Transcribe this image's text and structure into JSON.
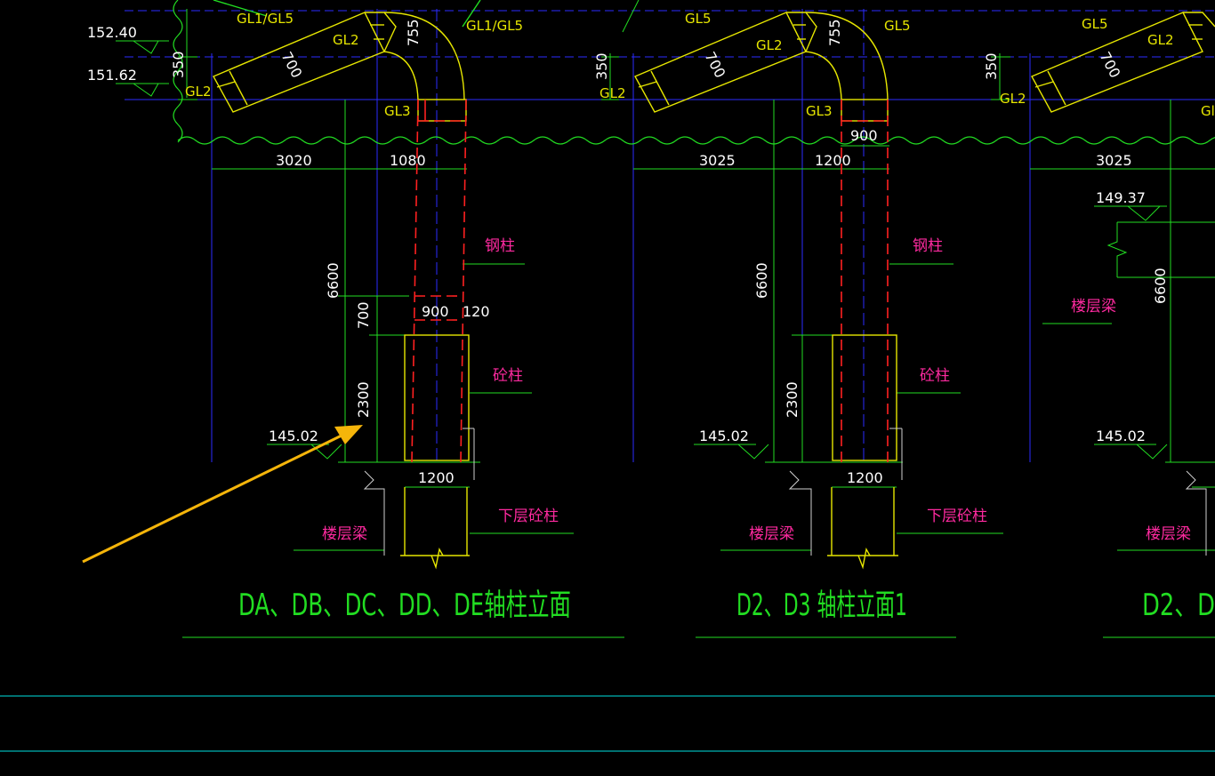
{
  "colors": {
    "background": "#000000",
    "axis_blue": "#2b2bff",
    "dim_green": "#22dd22",
    "steel_red": "#ff2020",
    "beam_yellow": "#e6e600",
    "note_magenta": "#ff2aa0",
    "text_white": "#ffffff",
    "arrow_orange": "#f5b50a",
    "grid_cyan": "#00e0e0"
  },
  "elevation_1": {
    "el_top": "152.40",
    "el_mid": "151.62",
    "el_base": "145.02",
    "dim_350": "350",
    "dim_700_beam": "700",
    "dim_755": "755",
    "dim_3020": "3020",
    "dim_1080": "1080",
    "dim_6600": "6600",
    "dim_700": "700",
    "dim_2300": "2300",
    "dim_900": "900",
    "dim_120": "120",
    "dim_1200": "1200",
    "tag_gl1_gl5_left": "GL1/GL5",
    "tag_gl1_gl5_right": "GL1/GL5",
    "tag_gl2_a": "GL2",
    "tag_gl2_b": "GL2",
    "tag_gl3": "GL3",
    "note_steel_column": "钢柱",
    "note_concrete_column": "砼柱",
    "note_floor_beam": "楼层梁",
    "note_lower_column": "下层砼柱",
    "title": "DA、DB、DC、DD、DE轴柱立面"
  },
  "elevation_2": {
    "el_base": "145.02",
    "dim_350": "350",
    "dim_700_beam": "700",
    "dim_755": "755",
    "dim_3025": "3025",
    "dim_1200_top": "1200",
    "dim_900": "900",
    "dim_6600": "6600",
    "dim_2300": "2300",
    "dim_1200": "1200",
    "tag_gl5_left": "GL5",
    "tag_gl5_right": "GL5",
    "tag_gl2_a": "GL2",
    "tag_gl2_b": "GL2",
    "tag_gl3": "GL3",
    "note_steel_column": "钢柱",
    "note_concrete_column": "砼柱",
    "note_floor_beam": "楼层梁",
    "note_lower_column": "下层砼柱",
    "title": "D2、D3 轴柱立面1"
  },
  "elevation_3": {
    "el_mid": "149.37",
    "el_base": "145.02",
    "dim_350": "350",
    "dim_700_beam": "700",
    "dim_3025": "3025",
    "dim_6600": "6600",
    "tag_gl5": "GL5",
    "tag_gl2_a": "GL2",
    "tag_gl2_b": "GL2",
    "tag_gl_cut": "Gl",
    "note_floor_beam_mid": "楼层梁",
    "note_floor_beam": "楼层梁",
    "title": "D2、D"
  }
}
